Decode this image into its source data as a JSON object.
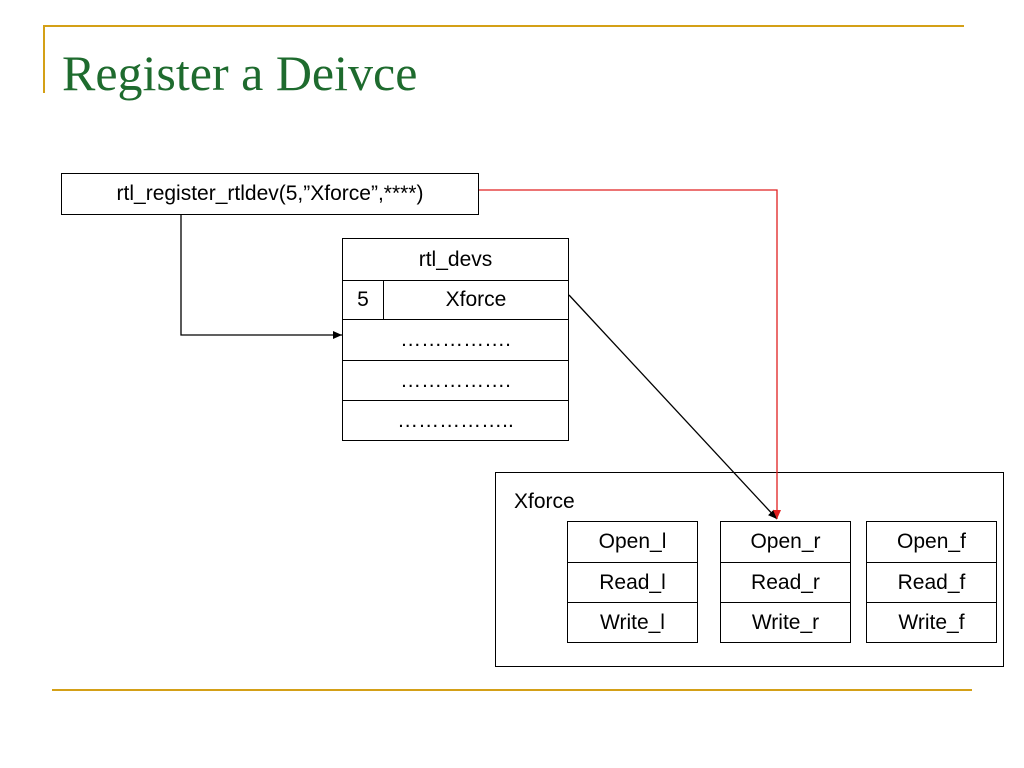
{
  "slide": {
    "title": "Register a Deivce",
    "accent_color": "#D4A017",
    "title_color": "#1E6B2E"
  },
  "call_box": {
    "text": "rtl_register_rtldev(5,”Xforce”,****)"
  },
  "rtl_devs": {
    "header": "rtl_devs",
    "entry_index": "5",
    "entry_name": "Xforce",
    "rows": [
      "…………….",
      "…………….",
      "…………….."
    ]
  },
  "xforce_module": {
    "label": "Xforce",
    "columns": [
      [
        "Open_l",
        "Read_l",
        "Write_l"
      ],
      [
        "Open_r",
        "Read_r",
        "Write_r"
      ],
      [
        "Open_f",
        "Read_f",
        "Write_f"
      ]
    ]
  },
  "arrow_colors": {
    "black": "#000000",
    "red": "#E02020"
  }
}
